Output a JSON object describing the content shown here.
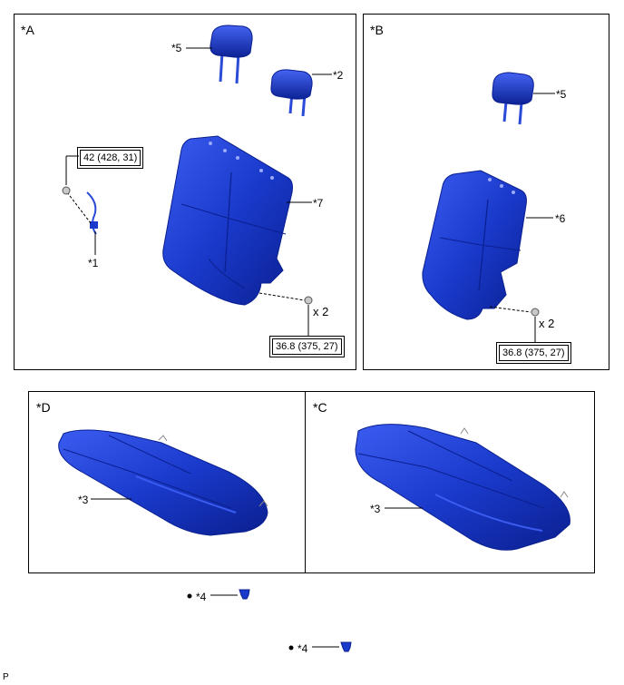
{
  "panels": {
    "a": {
      "label": "*A"
    },
    "b": {
      "label": "*B"
    },
    "c": {
      "label": "*C"
    },
    "d": {
      "label": "*D"
    }
  },
  "callouts": {
    "c1": "*1",
    "c2": "*2",
    "c3": "*3",
    "c4": "*4",
    "c5": "*5",
    "c6": "*6",
    "c7": "*7"
  },
  "quantity": "x 2",
  "torque": {
    "nut": "42 (428, 31)",
    "bolt": "36.8 (375, 27)"
  },
  "footer": "P",
  "colors": {
    "part": "#1a3acc",
    "part_dark": "#0a1f8f",
    "line": "#000000"
  }
}
